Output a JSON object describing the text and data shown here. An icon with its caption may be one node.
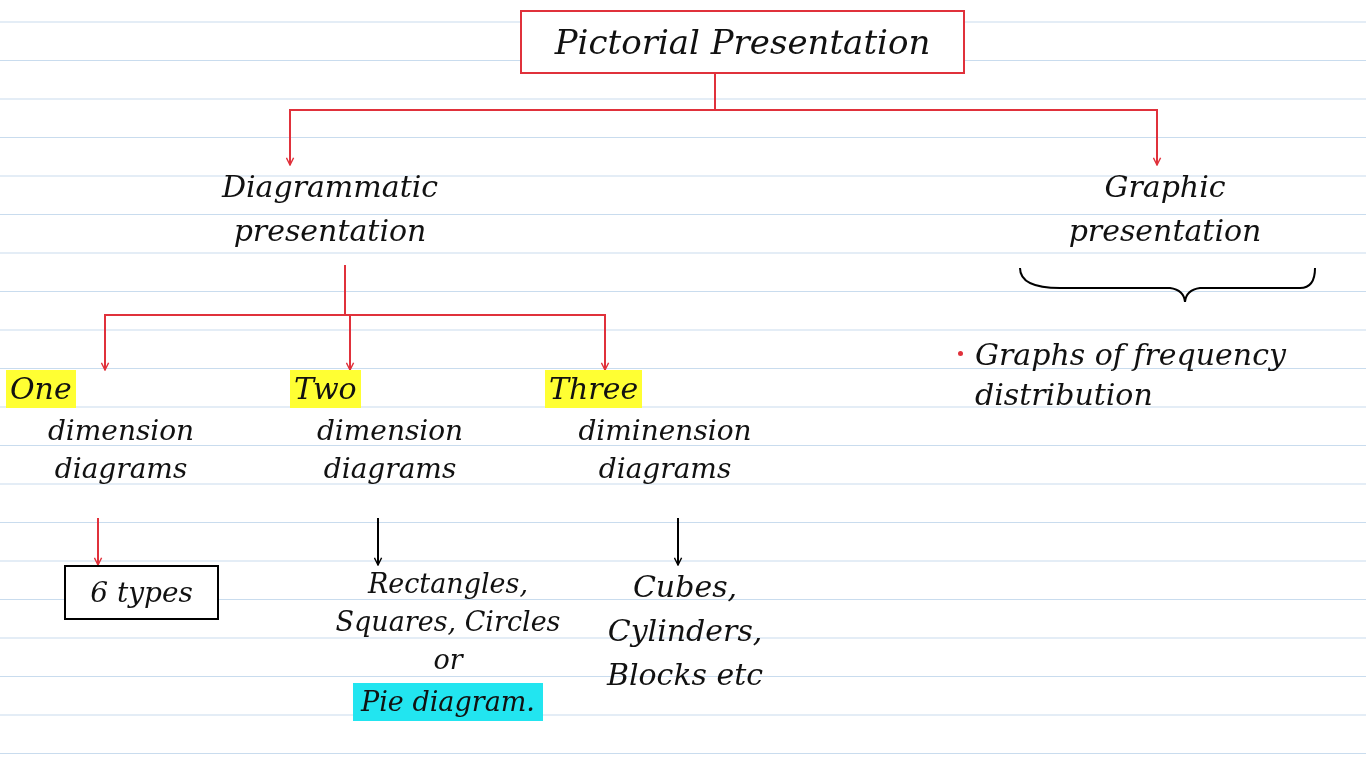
{
  "diagram": {
    "nodes": [
      {
        "text": [
          "Pictorial Presentation"
        ]
      },
      {
        "text": [
          "Diagrammatic presentation"
        ]
      },
      {
        "text": [
          "Graphic presentation"
        ]
      },
      {
        "text": [
          "One",
          "dimension diagrams"
        ]
      },
      {
        "text": [
          "Two",
          "dimension diagrams"
        ]
      },
      {
        "text": [
          "Three",
          "diminension diagrams"
        ]
      },
      {
        "text": [
          "6 types"
        ]
      },
      {
        "text": [
          "Rectangles, Squares, Circles or",
          "Pie diagram."
        ]
      },
      {
        "text": [
          "Cubes, Cylinders, Blocks etc"
        ]
      }
    ],
    "edges": [
      {
        "from": 0,
        "to": 1,
        "arrow": "to"
      },
      {
        "from": 0,
        "to": 2,
        "arrow": "to"
      },
      {
        "from": 1,
        "to": 3,
        "arrow": "to"
      },
      {
        "from": 1,
        "to": 4,
        "arrow": "to"
      },
      {
        "from": 1,
        "to": 5,
        "arrow": "to"
      },
      {
        "from": 3,
        "to": 6,
        "arrow": "to"
      },
      {
        "from": 4,
        "to": 7,
        "arrow": "to",
        "color": "#000000"
      },
      {
        "from": 5,
        "to": 8,
        "arrow": "to",
        "color": "#000000"
      }
    ],
    "labels": [
      "Graphs of frequency distribution"
    ]
  }
}
